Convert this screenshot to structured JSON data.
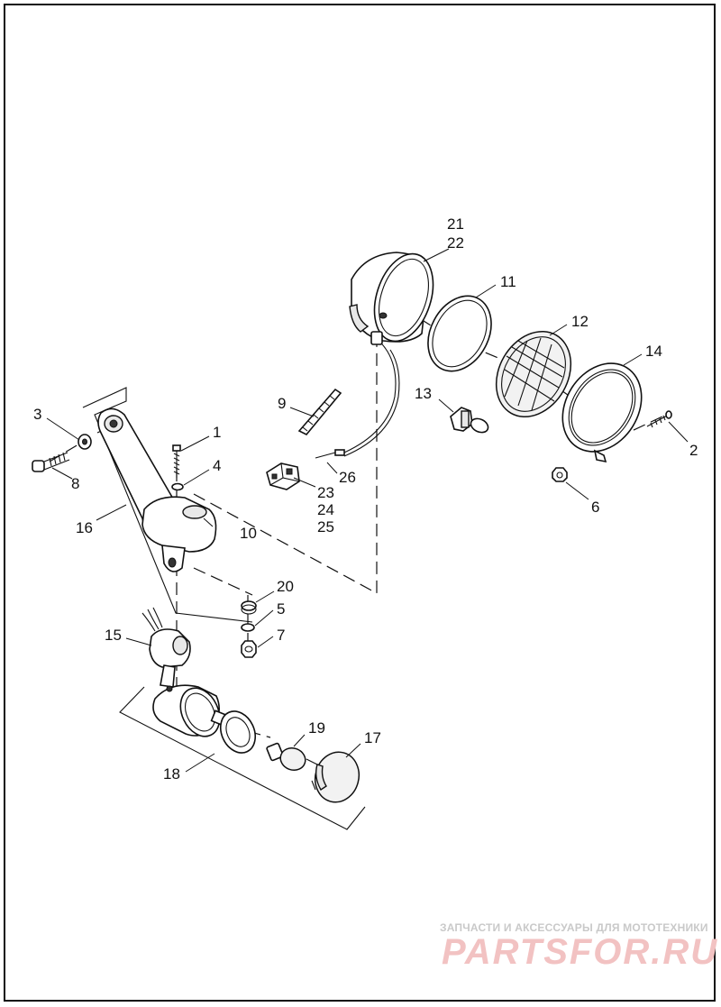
{
  "callouts": {
    "c1": "1",
    "c2": "2",
    "c3": "3",
    "c4": "4",
    "c5": "5",
    "c6": "6",
    "c7": "7",
    "c8": "8",
    "c9": "9",
    "c10": "10",
    "c11": "11",
    "c12": "12",
    "c13": "13",
    "c14": "14",
    "c15": "15",
    "c16": "16",
    "c17": "17",
    "c18": "18",
    "c19": "19",
    "c20": "20",
    "c21": "21",
    "c22": "22",
    "c23": "23",
    "c24": "24",
    "c25": "25",
    "c26": "26"
  },
  "watermark": {
    "tagline": "ЗАПЧАСТИ И АКСЕССУАРЫ ДЛЯ МОТОТЕХНИКИ",
    "logo": "PARTSFOR.RU"
  },
  "colors": {
    "line": "#111111",
    "watermark_text": "#c9c9c9",
    "watermark_logo": "#f2c2c2"
  }
}
